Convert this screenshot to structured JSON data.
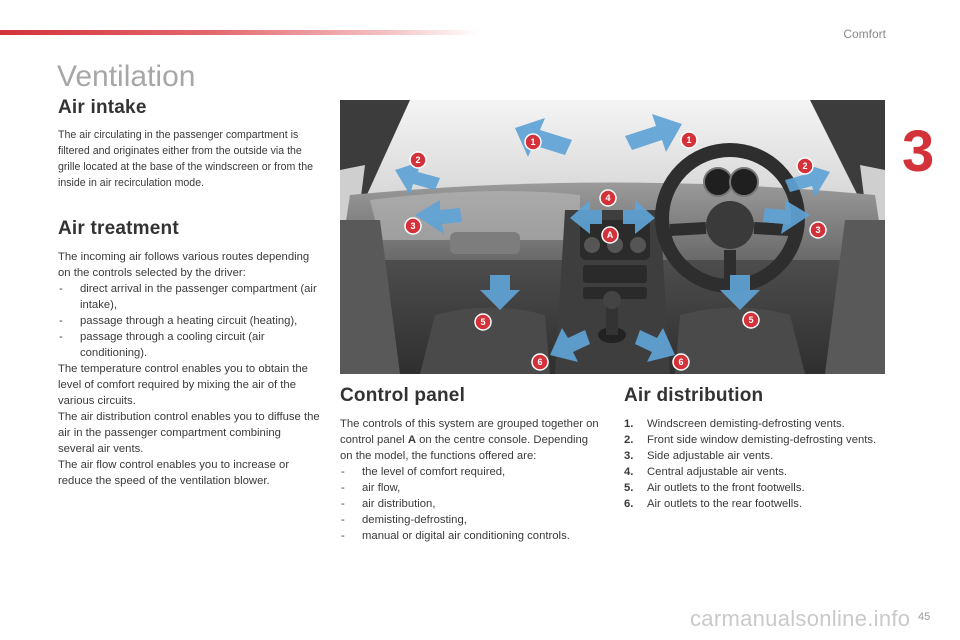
{
  "header": {
    "section": "Comfort",
    "chapter_number": "3",
    "page_number": "45"
  },
  "title": "Ventilation",
  "air_intake": {
    "heading": "Air intake",
    "text": "The air circulating in the passenger compartment is filtered and originates either from the outside via the grille located at the base of the windscreen or from the inside in air recirculation mode."
  },
  "air_treatment": {
    "heading": "Air treatment",
    "intro": "The incoming air follows various routes depending on the controls selected by the driver:",
    "items": [
      "direct arrival in the passenger compartment (air intake),",
      "passage through a heating circuit (heating),",
      "passage through a cooling circuit (air conditioning)."
    ],
    "paragraphs": [
      "The temperature control enables you to obtain the level of comfort required by mixing the air of the various circuits.",
      "The air distribution control enables you to diffuse the air in the passenger compartment combining several air vents.",
      "The air flow control enables you to increase or reduce the speed of the ventilation blower."
    ]
  },
  "control_panel": {
    "heading": "Control panel",
    "intro_before": "The controls of this system are grouped together on control panel ",
    "intro_bold": "A",
    "intro_after": " on the centre console. Depending on the model, the functions offered are:",
    "items": [
      "the level of comfort required,",
      "air flow,",
      "air distribution,",
      "demisting-defrosting,",
      "manual or digital air conditioning controls."
    ]
  },
  "air_distribution": {
    "heading": "Air distribution",
    "items": [
      {
        "num": "1.",
        "text": "Windscreen demisting-defrosting vents."
      },
      {
        "num": "2.",
        "text": "Front side window demisting-defrosting vents."
      },
      {
        "num": "3.",
        "text": "Side adjustable air vents."
      },
      {
        "num": "4.",
        "text": "Central adjustable air vents."
      },
      {
        "num": "5.",
        "text": "Air outlets to the front footwells."
      },
      {
        "num": "6.",
        "text": "Air outlets to the rear footwells."
      }
    ]
  },
  "figure": {
    "callouts": [
      "1",
      "1",
      "2",
      "2",
      "3",
      "3",
      "4",
      "A",
      "5",
      "5",
      "6",
      "6"
    ]
  },
  "watermark": "carmanualsonline.info",
  "colors": {
    "accent": "#d3323a",
    "arrow": "#5fa3d6",
    "title_gray": "#a7a7a7"
  }
}
